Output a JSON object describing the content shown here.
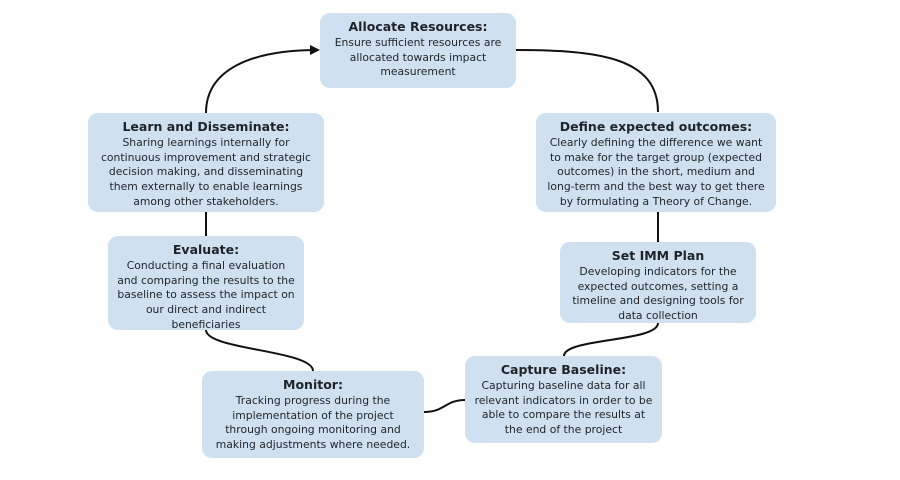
{
  "steps": {
    "allocate": {
      "title": "Allocate Resources:",
      "desc": "Ensure sufficient resources are allocated towards impact measurement"
    },
    "define": {
      "title": "Define expected outcomes:",
      "desc": "Clearly defining the difference we want to make for the target group (expected outcomes) in the short, medium and long-term and the best way to get there by formulating a Theory of Change."
    },
    "imm_plan": {
      "title": "Set IMM Plan",
      "desc": "Developing indicators for the expected outcomes, setting a timeline and designing tools for data collection"
    },
    "baseline": {
      "title": "Capture Baseline:",
      "desc": "Capturing baseline data for all relevant indicators in order to be able to compare the results at the end of the project"
    },
    "monitor": {
      "title": "Monitor:",
      "desc": "Tracking progress during the implementation of the project through ongoing monitoring and making adjustments where needed."
    },
    "evaluate": {
      "title": "Evaluate:",
      "desc": "Conducting a final evaluation and comparing the results to the baseline to assess the impact on our direct and indirect beneficiaries"
    },
    "learn": {
      "title": "Learn and Disseminate:",
      "desc": "Sharing learnings internally for continuous improvement and strategic decision making, and disseminating them externally to enable learnings among other stakeholders."
    }
  },
  "colors": {
    "box_fill": "#cfe0f0",
    "connector": "#111111"
  }
}
